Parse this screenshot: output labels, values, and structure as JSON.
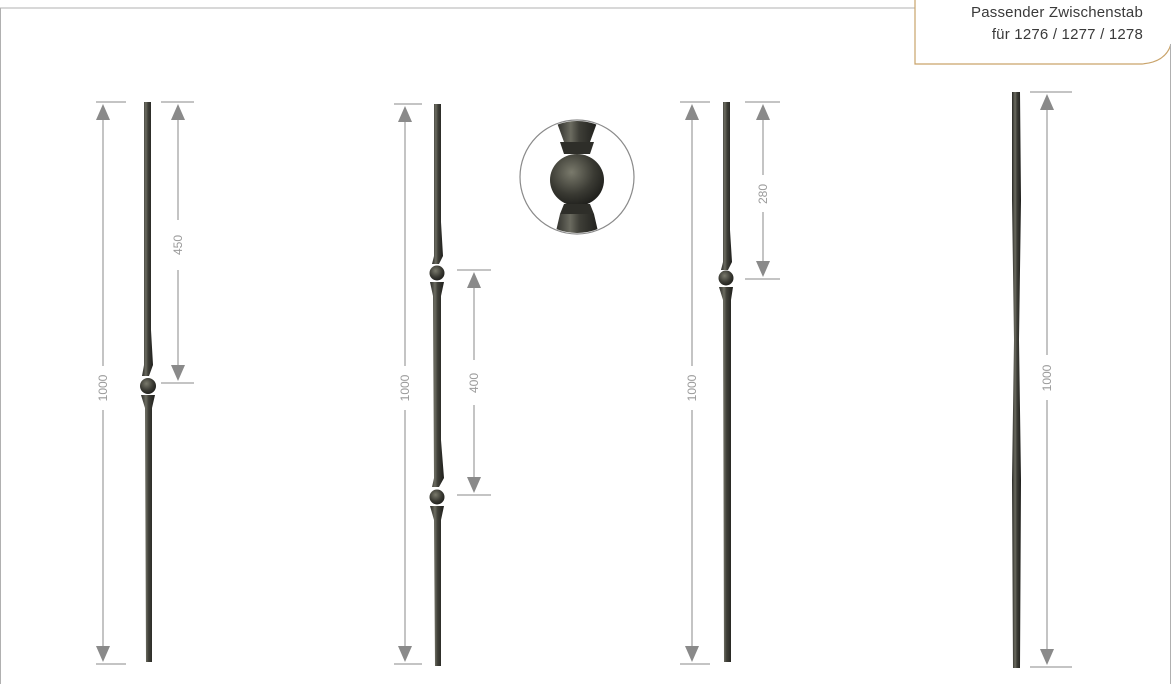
{
  "label_tab": {
    "line1": "Passender Zwischenstab",
    "line2": "für 1276 / 1277 / 1278",
    "border_color": "#c9a36a"
  },
  "bars": [
    {
      "total_length": "1000",
      "partial_length": "450"
    },
    {
      "total_length": "1000",
      "partial_length": "400"
    },
    {
      "total_length": "1000",
      "partial_length": "280"
    },
    {
      "total_length": "1000"
    }
  ],
  "colors": {
    "dimension_line": "#8a8a8a",
    "frame": "#b0b0b0",
    "iron": "#3c3c36"
  }
}
